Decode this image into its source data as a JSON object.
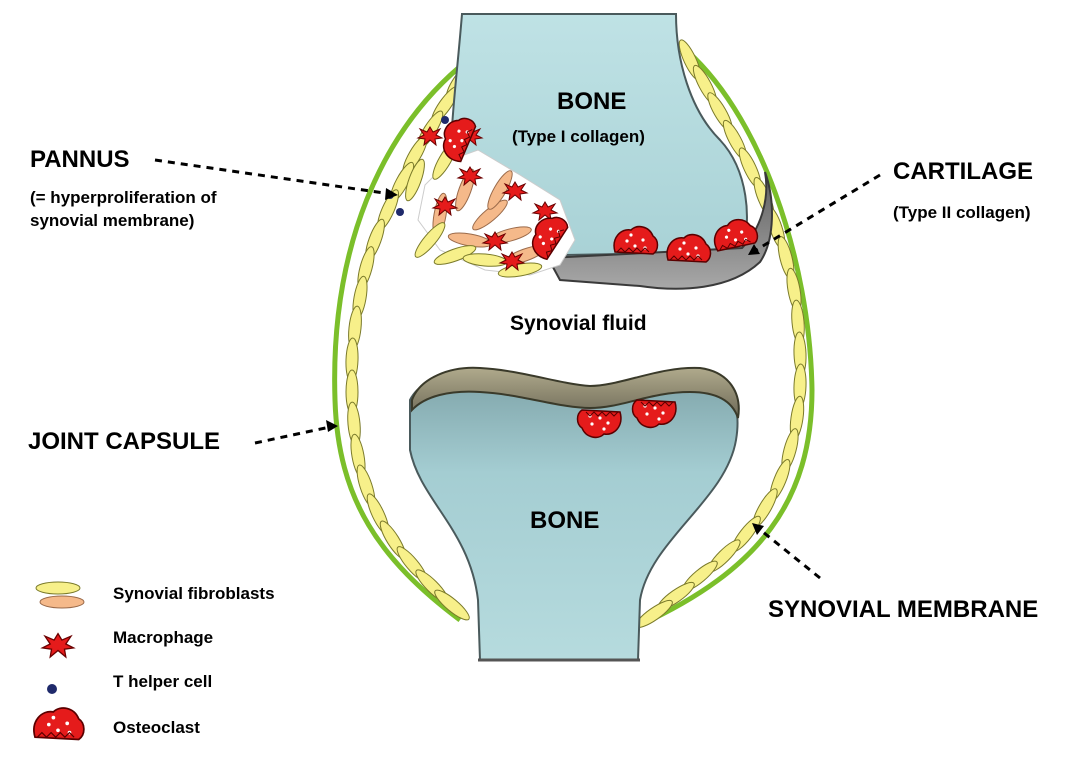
{
  "labels": {
    "bone_top": "BONE",
    "bone_top_sub": "(Type I collagen)",
    "bone_bottom": "BONE",
    "synovial_fluid": "Synovial fluid",
    "pannus": "PANNUS",
    "pannus_sub_1": "(= hyperproliferation of",
    "pannus_sub_2": "synovial membrane)",
    "cartilage": "CARTILAGE",
    "cartilage_sub": "(Type II collagen)",
    "joint_capsule": "JOINT CAPSULE",
    "synovial_membrane": "SYNOVIAL MEMBRANE"
  },
  "legend": [
    {
      "label": "Synovial fibroblasts",
      "icon": "fibroblast-icon"
    },
    {
      "label": "Macrophage",
      "icon": "macrophage-icon"
    },
    {
      "label": "T helper cell",
      "icon": "t-helper-cell-icon"
    },
    {
      "label": "Osteoclast",
      "icon": "osteoclast-icon"
    }
  ],
  "colors": {
    "bone": "#b7dce0",
    "bone_stroke": "#4a5a5c",
    "cartilage": "#8a8a8a",
    "capsule_green": "#7bbf2a",
    "fibroblast": "#f7f08a",
    "fibroblast_orange": "#f5b98a",
    "macrophage": "#e51b1b",
    "osteoclast": "#e51b1b",
    "t_helper": "#1f2a6b"
  }
}
